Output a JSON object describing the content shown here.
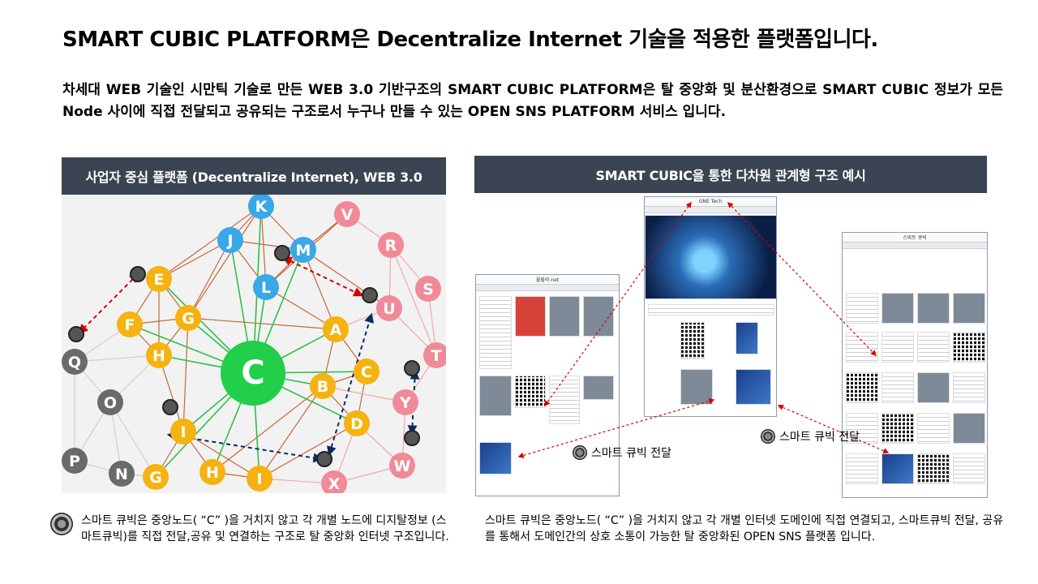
{
  "title": "SMART CUBIC PLATFORM은 Decentralize Internet 기술을 적용한 플랫폼입니다.",
  "subtitle": "차세대 WEB 기술인 시만틱 기술로 만든 WEB 3.0 기반구조의 SMART CUBIC PLATFORM은 탈 중앙화 및 분산환경으로 SMART CUBIC 정보가 모든 Node 사이에 직접 전달되고 공유되는 구조로서 누구나 만들 수 있는 OPEN SNS PLATFORM 서비스 입니다.",
  "left_panel": {
    "header": "사업자 중심 플랫폼 (Decentralize Internet), WEB 3.0",
    "center_node": "C",
    "colors": {
      "blue": "#39a7e8",
      "yellow": "#f5b210",
      "pink": "#f08a98",
      "gray": "#6a6a6a",
      "green": "#21cf4a"
    },
    "nodes": [
      {
        "id": "K",
        "color": "blue"
      },
      {
        "id": "V",
        "color": "pink"
      },
      {
        "id": "J",
        "color": "blue"
      },
      {
        "id": "M",
        "color": "blue"
      },
      {
        "id": "R",
        "color": "pink"
      },
      {
        "id": "L",
        "color": "blue"
      },
      {
        "id": "S",
        "color": "pink"
      },
      {
        "id": "E",
        "color": "yellow"
      },
      {
        "id": "U",
        "color": "pink"
      },
      {
        "id": "F",
        "color": "yellow"
      },
      {
        "id": "G",
        "color": "yellow"
      },
      {
        "id": "A",
        "color": "yellow"
      },
      {
        "id": "T",
        "color": "pink"
      },
      {
        "id": "Q",
        "color": "gray"
      },
      {
        "id": "H",
        "color": "yellow"
      },
      {
        "id": "C",
        "color": "yellow"
      },
      {
        "id": "B",
        "color": "yellow"
      },
      {
        "id": "Y",
        "color": "pink"
      },
      {
        "id": "O",
        "color": "gray"
      },
      {
        "id": "D",
        "color": "yellow"
      },
      {
        "id": "I",
        "color": "yellow"
      },
      {
        "id": "P",
        "color": "gray"
      },
      {
        "id": "W",
        "color": "pink"
      },
      {
        "id": "N",
        "color": "gray"
      },
      {
        "id": "G",
        "color": "yellow"
      },
      {
        "id": "H",
        "color": "yellow"
      },
      {
        "id": "I",
        "color": "yellow"
      },
      {
        "id": "X",
        "color": "pink"
      }
    ],
    "note": "스마트 큐빅은 중앙노드( “C” )을 거치지 않고 각 개별 노드에 디지탈정보 (스마트큐빅)를 직접 전달,공유 및 연결하는 구조로 탈 중앙화 인터넷 구조입니다."
  },
  "right_panel": {
    "header": "SMART CUBIC을 통한 다차원 관계형 구조 예시",
    "site_left_title": "울랄라.net",
    "site_center_title": "GNE Tech",
    "site_right_title": "스마트 큐빅",
    "transfer_label_1": "스마트 큐빅 전달",
    "transfer_label_2": "스마트 큐빅 전달",
    "note": "스마트 큐빅은 중앙노드( “C” )을 거치지 않고 각 개별 인터넷 도메인에 직접 연결되고, 스마트큐빅 전달, 공유를 통해서 도메인간의 상호 소통이 가능한 탈 중앙화된 OPEN SNS 플랫폼 입니다."
  }
}
